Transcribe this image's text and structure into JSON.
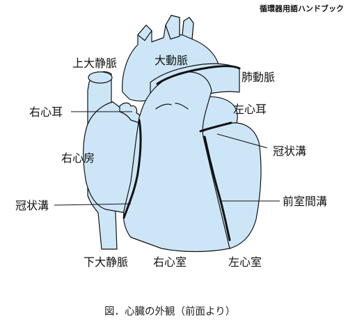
{
  "header": {
    "title": "循環器用語ハンドブック"
  },
  "labels": {
    "superior_vena_cava": "上大静脈",
    "aorta": "大動脈",
    "pulmonary_artery": "肺動脈",
    "right_auricle": "右心耳",
    "left_auricle": "左心耳",
    "right_atrium": "右心房",
    "coronary_sulcus_left": "冠状溝",
    "coronary_sulcus_right": "冠状溝",
    "anterior_interventricular_sulcus": "前室間溝",
    "inferior_vena_cava": "下大静脈",
    "right_ventricle": "右心室",
    "left_ventricle": "左心室"
  },
  "caption": "図．心臓の外観（前面より）",
  "colors": {
    "fill": "#cde6f7",
    "stroke": "#111111"
  }
}
